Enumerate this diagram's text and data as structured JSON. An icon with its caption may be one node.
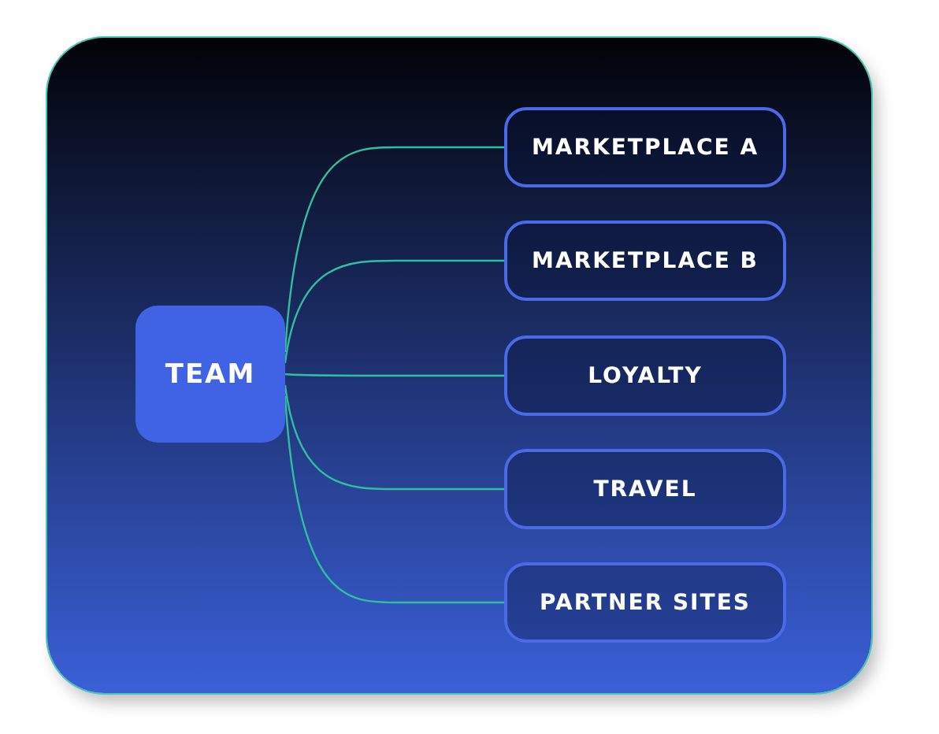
{
  "diagram": {
    "nodes": [
      {
        "text": [
          "TEAM"
        ]
      },
      {
        "text": [
          "MARKETPLACE A"
        ]
      },
      {
        "text": [
          "MARKETPLACE B"
        ]
      },
      {
        "text": [
          "LOYALTY"
        ]
      },
      {
        "text": [
          "TRAVEL"
        ]
      },
      {
        "text": [
          "PARTNER SITES"
        ]
      }
    ],
    "edges": [
      {
        "from": 0,
        "to": 1,
        "arrow": "none"
      },
      {
        "from": 0,
        "to": 2,
        "arrow": "none"
      },
      {
        "from": 0,
        "to": 3,
        "arrow": "none"
      },
      {
        "from": 0,
        "to": 4,
        "arrow": "none"
      },
      {
        "from": 0,
        "to": 5,
        "arrow": "none"
      }
    ]
  }
}
